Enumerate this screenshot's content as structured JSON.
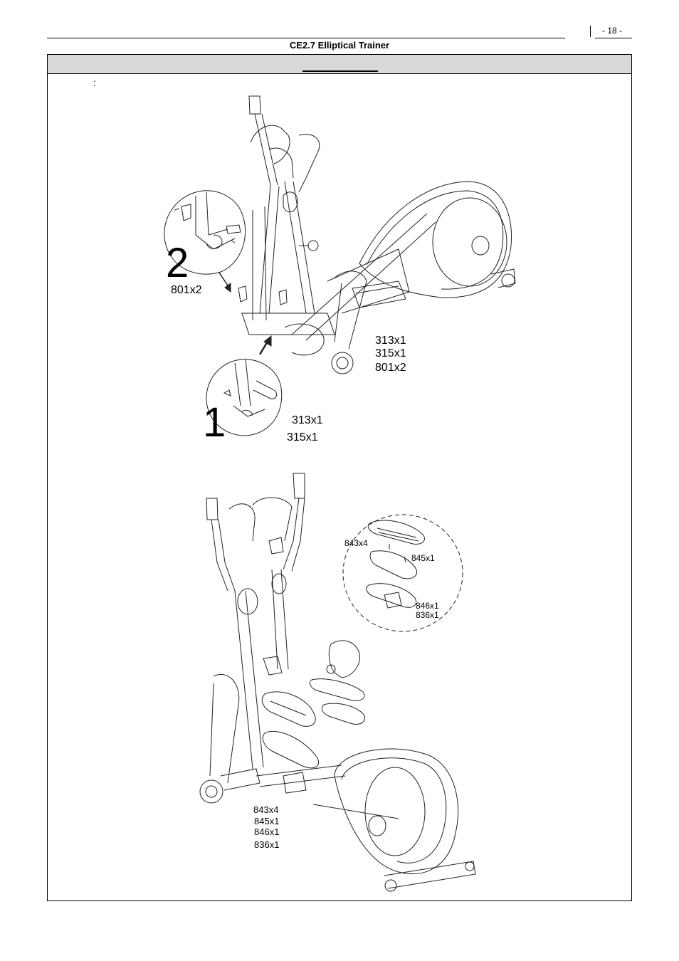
{
  "header": {
    "page_number": "- 18 -",
    "title": "CE2.7 Elliptical Trainer"
  },
  "content": {
    "colon": ":"
  },
  "figure_top": {
    "step_2": "2",
    "step_2_parts": "801x2",
    "step_1": "1",
    "step_1_parts": [
      "313x1",
      "315x1"
    ],
    "main_parts": [
      "313x1",
      "315x1",
      "801x2"
    ]
  },
  "figure_bottom": {
    "inset_parts_left": "843x4",
    "inset_parts_right_top": "845x1",
    "inset_parts_right_bottom": [
      "846x1",
      "836x1"
    ],
    "main_parts": [
      "843x4",
      "845x1",
      "846x1",
      "836x1"
    ]
  }
}
